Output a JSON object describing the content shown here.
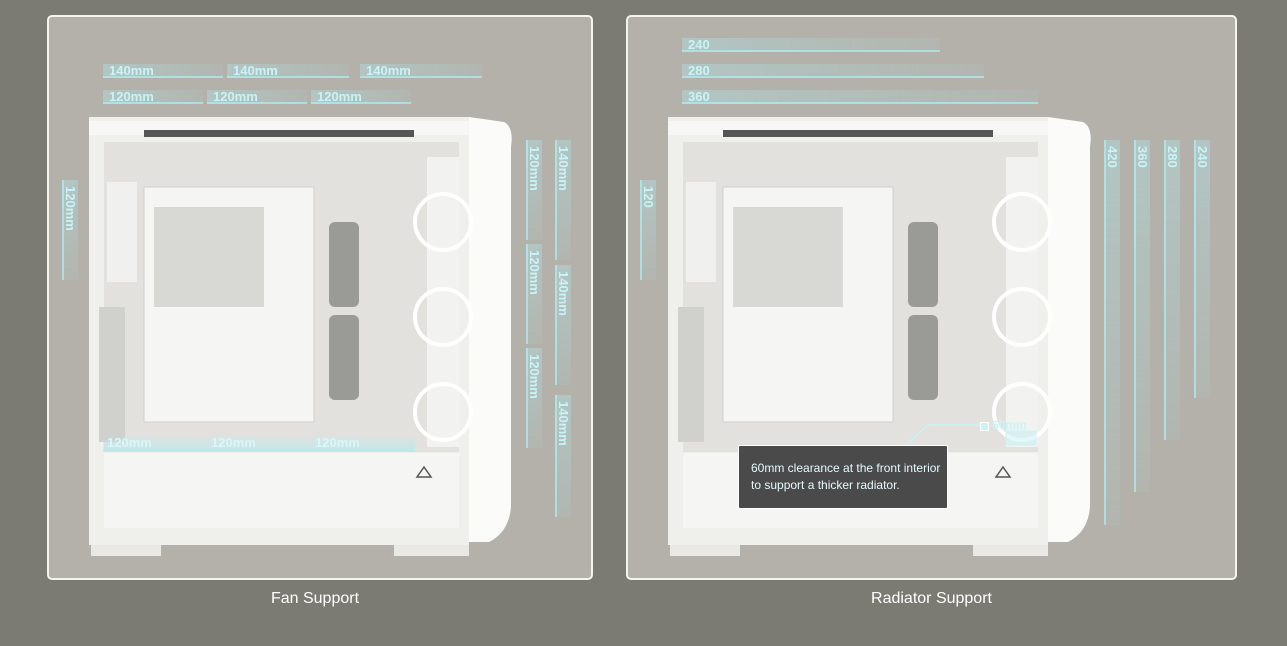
{
  "fan_support": {
    "caption": "Fan Support",
    "top_row_1": [
      "140mm",
      "140mm",
      "140mm"
    ],
    "top_row_2": [
      "120mm",
      "120mm",
      "120mm"
    ],
    "rear": "120mm",
    "front_120": [
      "120mm",
      "120mm",
      "120mm"
    ],
    "front_140": [
      "140mm",
      "140mm",
      "140mm"
    ],
    "bottom": [
      "120mm",
      "120mm",
      "120mm"
    ]
  },
  "radiator_support": {
    "caption": "Radiator Support",
    "top": [
      "240",
      "280",
      "360"
    ],
    "rear": "120",
    "front": [
      "420",
      "360",
      "280",
      "240"
    ],
    "clearance_value": "60mm",
    "tooltip_line_1": "60mm clearance at the front interior",
    "tooltip_line_2": "to support a thicker radiator."
  },
  "colors": {
    "background": "#7b7b73",
    "panel": "#b3b1aa",
    "accent": "#c8f4f8",
    "case_white": "#f4f4f2"
  }
}
